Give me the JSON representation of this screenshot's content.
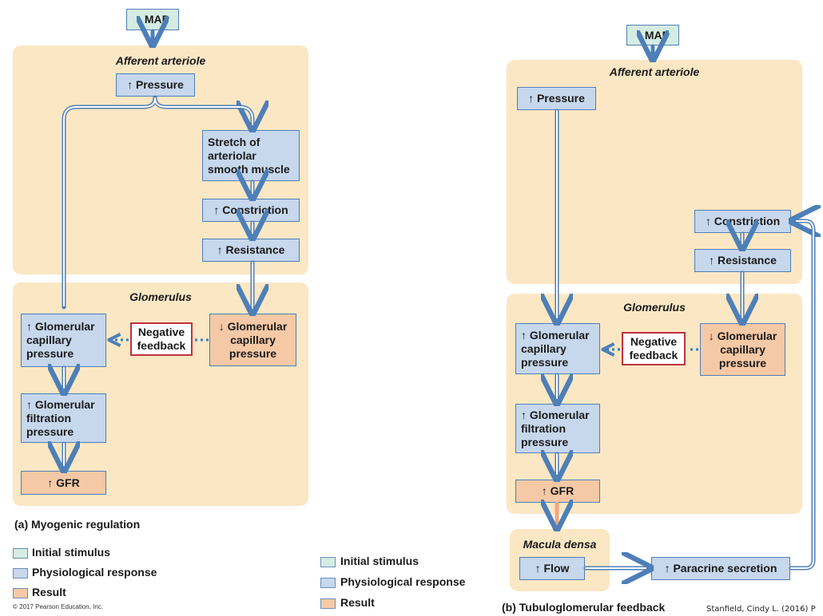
{
  "panel_a": {
    "map": "↑ MAP",
    "afferent_title": "Afferent arteriole",
    "pressure": "↑ Pressure",
    "stretch": "Stretch of\narteriolar\nsmooth muscle",
    "constriction": "↑ Constriction",
    "resistance": "↑ Resistance",
    "glomerulus_title": "Glomerulus",
    "glom_cap_pressure_up": "↑ Glomerular\ncapillary\npressure",
    "negative_feedback": "Negative\nfeedback",
    "glom_cap_pressure_down": "↓ Glomerular\ncapillary\npressure",
    "glom_filtration_pressure": "↑ Glomerular\nfiltration\npressure",
    "gfr": "↑ GFR",
    "caption": "(a) Myogenic regulation",
    "copyright": "© 2017 Pearson Education, Inc."
  },
  "panel_b": {
    "map": "↑ MAP",
    "afferent_title": "Afferent arteriole",
    "pressure": "↑ Pressure",
    "constriction": "↑ Constriction",
    "resistance": "↑ Resistance",
    "glomerulus_title": "Glomerulus",
    "glom_cap_pressure_up": "↑ Glomerular\ncapillary\npressure",
    "negative_feedback": "Negative\nfeedback",
    "glom_cap_pressure_down": "↓ Glomerular\ncapillary\npressure",
    "glom_filtration_pressure": "↑ Glomerular\nfiltration\npressure",
    "gfr": "↑ GFR",
    "macula_densa_title": "Macula densa",
    "flow": "↑ Flow",
    "paracrine": "↑ Paracrine secretion",
    "caption": "(b) Tubuloglomerular feedback",
    "citation": "Stanfield, Cindy L. (2016) P"
  },
  "legend_a": {
    "initial": "Initial stimulus",
    "physiological": "Physiological response",
    "result": "Result"
  },
  "legend_b": {
    "initial": "Initial stimulus",
    "physiological": "Physiological response",
    "result": "Result"
  },
  "colors": {
    "initial_stimulus": "#d4ece2",
    "physiological_response": "#c7d7ec",
    "result": "#f6c9a6",
    "region_background": "#fbe7c4",
    "arrow": "#4d7fb8",
    "feedback_border": "#c0303f"
  }
}
